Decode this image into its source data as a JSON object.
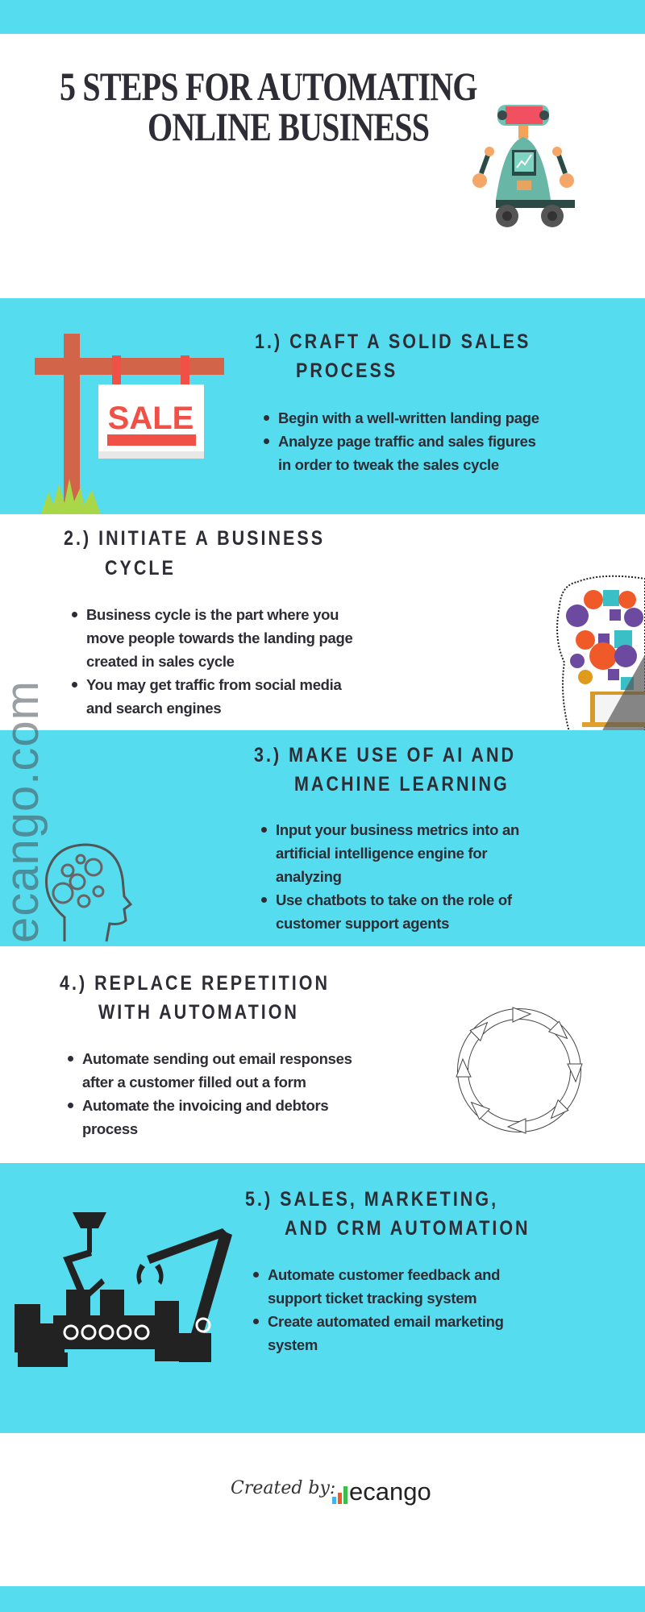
{
  "title": {
    "line1": "5 STEPS FOR AUTOMATING",
    "line2": "ONLINE BUSINESS"
  },
  "colors": {
    "accent": "#56dcef",
    "text": "#2e2d36",
    "sale_red": "#f05046",
    "post": "#d2644a"
  },
  "watermark": "ecango.com",
  "steps": [
    {
      "heading1": "1.) CRAFT A SOLID SALES",
      "heading2": "PROCESS",
      "bullets": [
        {
          "l1": "Begin with a well-written landing page"
        },
        {
          "l1": "Analyze page traffic and sales figures",
          "l2": "in order to tweak the sales cycle"
        }
      ],
      "icon": "sale-sign-icon",
      "sign_text": "SALE"
    },
    {
      "heading1": "2.) INITIATE A BUSINESS",
      "heading2": "CYCLE",
      "bullets": [
        {
          "l1": "Business cycle is the part where you",
          "l2": "move people towards the landing page",
          "l3": "created in sales cycle"
        },
        {
          "l1": "You may get traffic from social media",
          "l2": "and search engines"
        }
      ],
      "icon": "social-media-laptop-icon"
    },
    {
      "heading1": "3.) MAKE USE OF AI AND",
      "heading2": "MACHINE LEARNING",
      "bullets": [
        {
          "l1": "Input your business metrics into an",
          "l2": "artificial intelligence engine for",
          "l3": "analyzing"
        },
        {
          "l1": "Use chatbots to take on the role of",
          "l2": "customer support agents"
        }
      ],
      "icon": "head-gears-icon"
    },
    {
      "heading1": "4.) REPLACE REPETITION",
      "heading2": "WITH AUTOMATION",
      "bullets": [
        {
          "l1": "Automate sending out email responses",
          "l2": "after a customer filled out a form"
        },
        {
          "l1": "Automate the invoicing and debtors",
          "l2": "process"
        }
      ],
      "icon": "cycle-arrows-icon"
    },
    {
      "heading1": "5.) SALES, MARKETING,",
      "heading2": "AND CRM AUTOMATION",
      "bullets": [
        {
          "l1": "Automate customer feedback  and",
          "l2": "support ticket tracking system"
        },
        {
          "l1": "Create automated email marketing",
          "l2": "system"
        }
      ],
      "icon": "factory-robot-arm-icon"
    }
  ],
  "footer": {
    "created_by": "Created by:",
    "logo_text": "ecango"
  }
}
